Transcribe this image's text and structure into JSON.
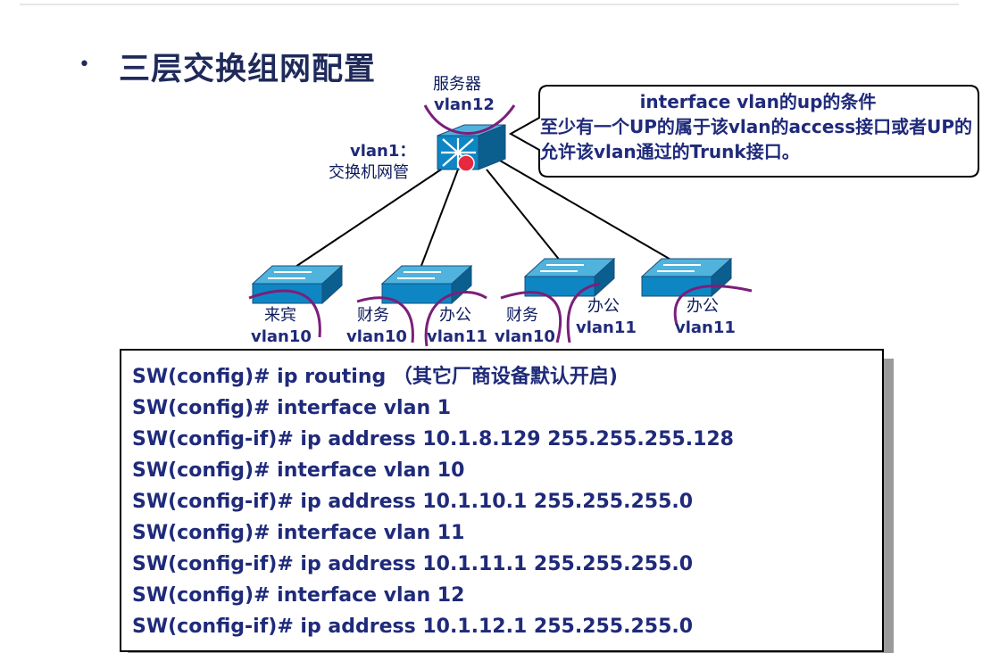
{
  "slide": {
    "bullet": "•",
    "title": "三层交换组网配置"
  },
  "diagram": {
    "server": {
      "name": "服务器",
      "vlan": "vlan12"
    },
    "core": {
      "vlan": "vlan1：",
      "desc": "交换机网管"
    },
    "callout": {
      "line1": "interface vlan的up的条件",
      "line2": "至少有一个UP的属于该vlan的access接口或者UP的允许该vlan通过的Trunk接口。"
    },
    "ports": [
      {
        "name": "来宾",
        "vlan": "vlan10"
      },
      {
        "name": "财务",
        "vlan": "vlan10"
      },
      {
        "name": "办公",
        "vlan": "vlan11"
      },
      {
        "name": "财务",
        "vlan": "vlan10"
      },
      {
        "name": "办公",
        "vlan": "vlan11"
      },
      {
        "name": "办公",
        "vlan": "vlan11"
      }
    ]
  },
  "config": {
    "lines": [
      "SW(config)# ip routing （其它厂商设备默认开启)",
      "SW(config)# interface vlan 1",
      "SW(config-if)# ip address 10.1.8.129 255.255.255.128",
      "SW(config)# interface vlan 10",
      "SW(config-if)# ip address 10.1.10.1 255.255.255.0",
      "SW(config)# interface vlan 11",
      "SW(config-if)# ip address 10.1.11.1 255.255.255.0",
      "SW(config)# interface vlan 12",
      "SW(config-if)# ip address 10.1.12.1 255.255.255.0"
    ]
  },
  "colors": {
    "title": "#1f2a5a",
    "text": "#1f2a7a",
    "vlan_arc": "#7a1f7a",
    "switch_top": "#4fb3dd",
    "switch_front": "#0e86c4",
    "switch_side": "#0a5f8f"
  }
}
